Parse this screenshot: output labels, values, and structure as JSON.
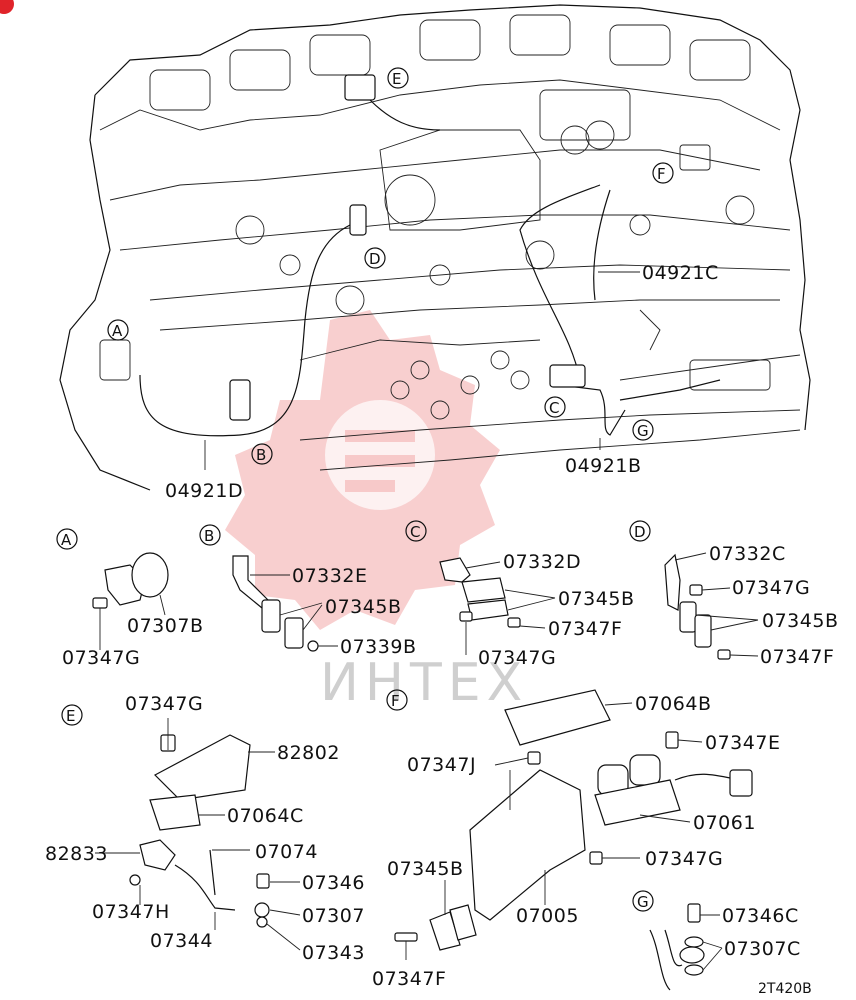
{
  "badge_color": "#e0242a",
  "watermark": {
    "text": "ИНТЕХ",
    "color": "#f3a8a8"
  },
  "figure_code": "2T420B",
  "callouts": {
    "A": "A",
    "B": "B",
    "C": "C",
    "D": "D",
    "E": "E",
    "F": "F",
    "G": "G"
  },
  "main_labels": {
    "p04921C": "04921C",
    "p04921D": "04921D",
    "p04921B": "04921B"
  },
  "detail_a": {
    "p07307B": "07307B",
    "p07347G": "07347G"
  },
  "detail_b": {
    "p07332E": "07332E",
    "p07345B": "07345B",
    "p07339B": "07339B"
  },
  "detail_c": {
    "p07332D": "07332D",
    "p07345B": "07345B",
    "p07347F": "07347F",
    "p07347G": "07347G"
  },
  "detail_d": {
    "p07332C": "07332C",
    "p07347G": "07347G",
    "p07345B": "07345B",
    "p07347F": "07347F"
  },
  "detail_e": {
    "p07347G": "07347G",
    "p82802": "82802",
    "p07064C": "07064C",
    "p82833": "82833",
    "p07074": "07074",
    "p07346": "07346",
    "p07347H": "07347H",
    "p07307": "07307",
    "p07344": "07344",
    "p07343": "07343"
  },
  "detail_f": {
    "p07064B": "07064B",
    "p07347E": "07347E",
    "p07347J": "07347J",
    "p07061": "07061",
    "p07347G": "07347G",
    "p07345B": "07345B",
    "p07005": "07005",
    "p07347F": "07347F"
  },
  "detail_g": {
    "p07346C": "07346C",
    "p07307C": "07307C"
  }
}
